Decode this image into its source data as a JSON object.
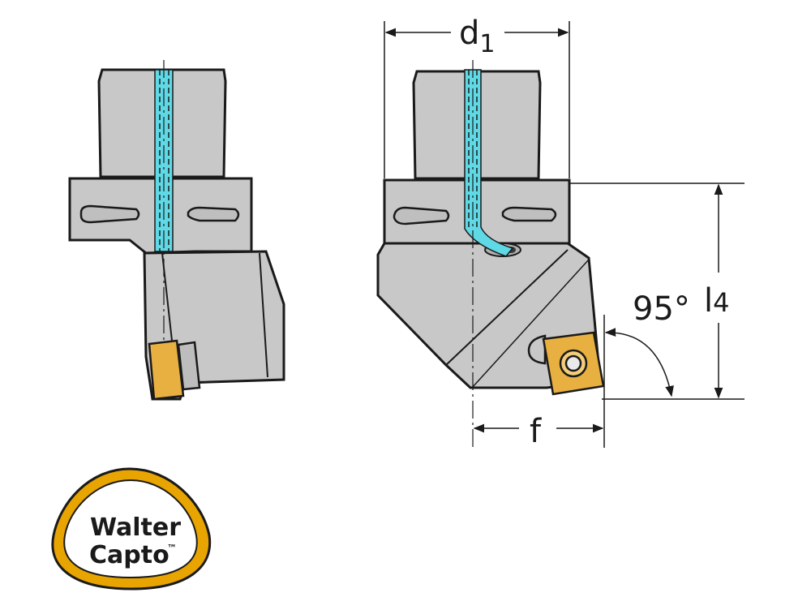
{
  "dimensions": {
    "d1": {
      "main": "d",
      "sub": "1"
    },
    "l4": {
      "main": "l",
      "sub": "4"
    },
    "f": "f",
    "angle": "95°"
  },
  "logo": {
    "line1": "Walter",
    "line2": "Capto",
    "trademark": "™"
  },
  "colors": {
    "body": "#c8c8c8",
    "outline": "#1a1a1a",
    "coolant": "#5fd9e6",
    "insert": "#e8b040",
    "logo_ring": "#e8a400"
  }
}
